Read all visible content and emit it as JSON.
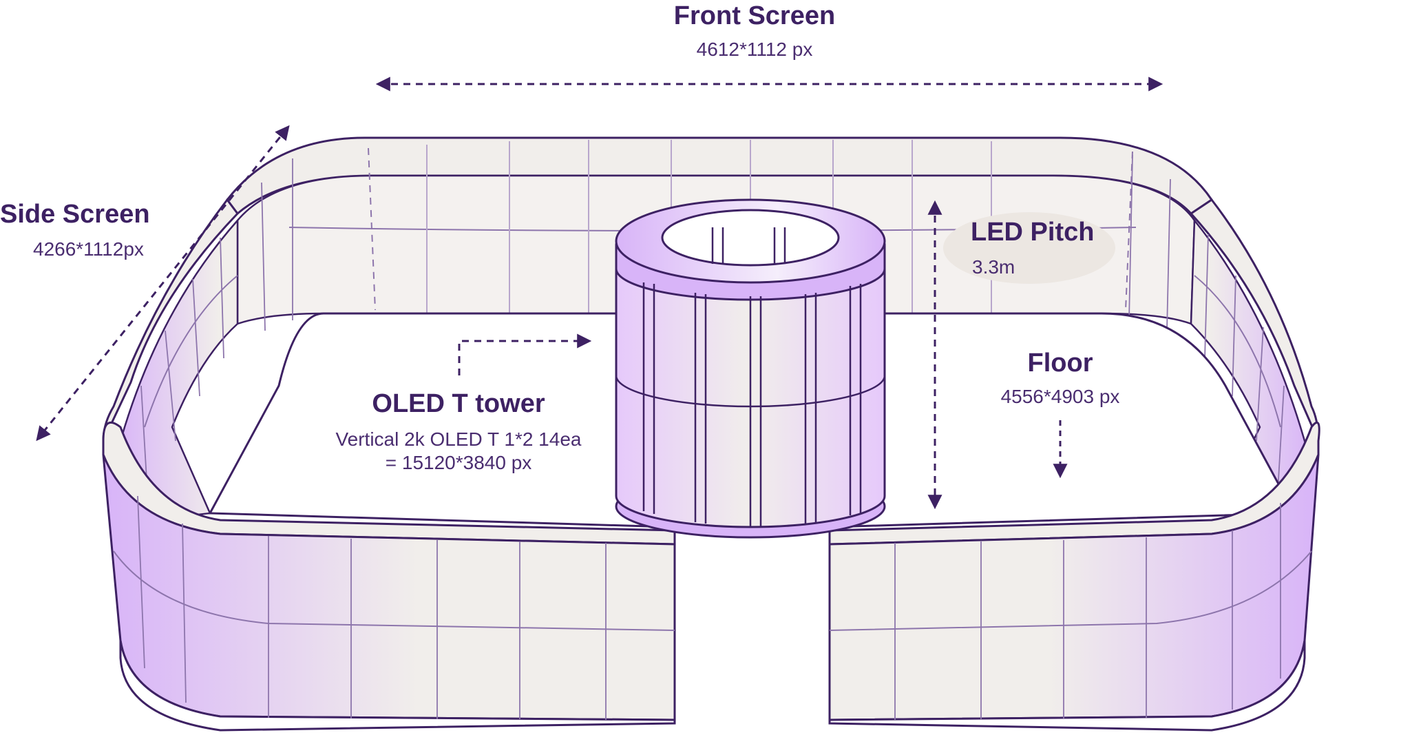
{
  "front_screen": {
    "title": "Front Screen",
    "resolution": "4612*1112 px"
  },
  "side_screen": {
    "title": "Side Screen",
    "resolution": "4266*1112px"
  },
  "oled_tower": {
    "title": "OLED T tower",
    "spec_line1": "Vertical 2k OLED T 1*2 14ea",
    "spec_line2": "= 15120*3840 px"
  },
  "led_pitch": {
    "title": "LED Pitch",
    "value": "3.3m"
  },
  "floor": {
    "title": "Floor",
    "resolution": "4556*4903 px"
  },
  "colors": {
    "outline": "#3d2163",
    "panel_light": "#f1eeeb",
    "panel_purple": "#d8b4f8",
    "floor": "#ffffff",
    "pitch_badge": "#ece7e2"
  }
}
